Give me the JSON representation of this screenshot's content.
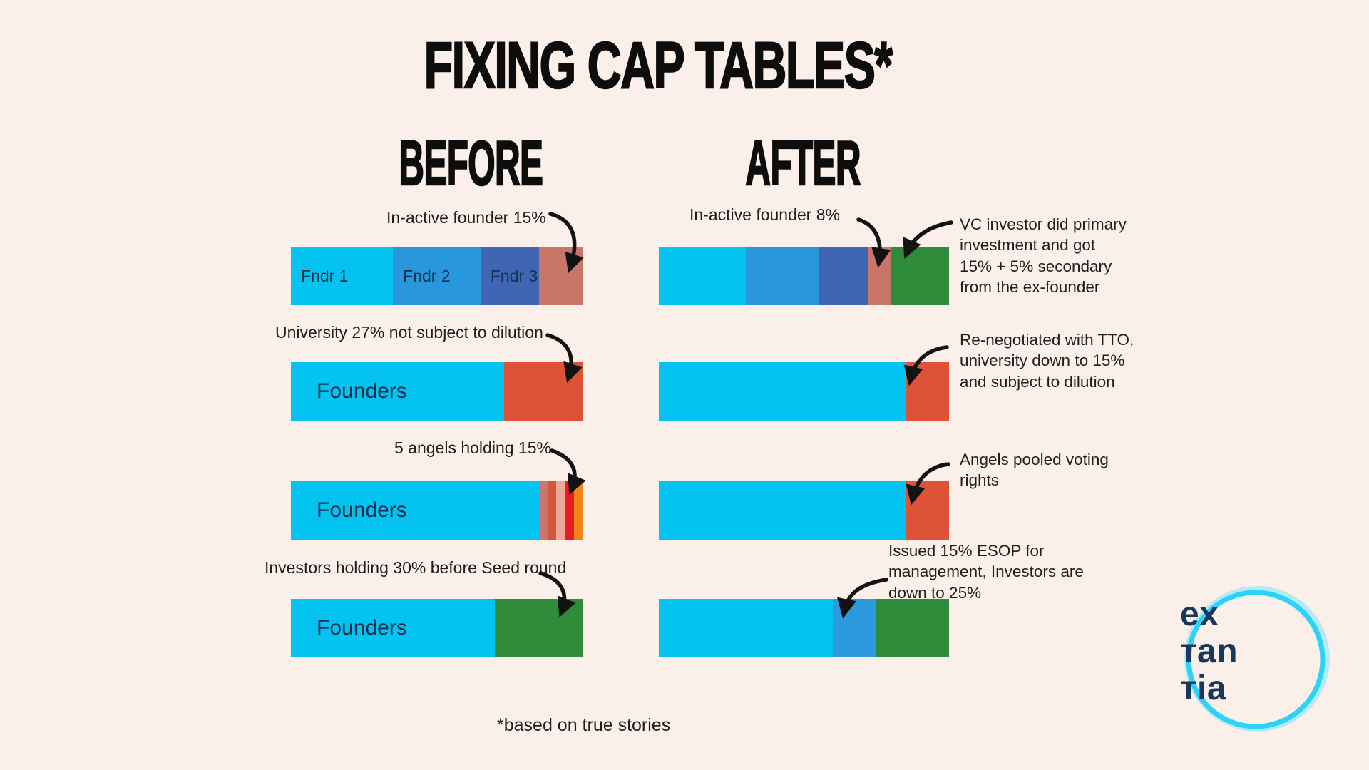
{
  "title": "FIXING CAP TABLES*",
  "headings": {
    "before": "BEFORE",
    "after": "AFTER"
  },
  "footnote": "*based on true stories",
  "logo": {
    "lines": [
      "ex",
      "тan",
      "тia"
    ]
  },
  "colors": {
    "background": "#FBF0E9",
    "title_text": "#0d0d0d",
    "annotation_text": "#1f1f1f",
    "bar_label_text": "#14304F",
    "arrow": "#131313",
    "founder_cyan": "#05C3F0",
    "founder_blue": "#2897DB",
    "founder_indigo": "#4066B3",
    "inactive_salmon": "#C97668",
    "university_red": "#DE5237",
    "investor_green": "#2E8B39",
    "esop_blue": "#2D9ADF",
    "logo_text": "#18375A",
    "logo_ring": "#2BD4F6"
  },
  "chart_data": {
    "type": "bar",
    "orientation": "horizontal-stacked",
    "units": "percent of cap table",
    "columns": [
      "BEFORE",
      "AFTER"
    ],
    "rows": [
      {
        "before": {
          "annotation": "In-active founder 15%",
          "segments": [
            {
              "label": "Fndr 1",
              "text": "Fndr 1",
              "value": 35,
              "color": "#05C3F0"
            },
            {
              "label": "Fndr 2",
              "text": "Fndr 2",
              "value": 30,
              "color": "#2897DB"
            },
            {
              "label": "Fndr 3",
              "text": "Fndr 3",
              "value": 20,
              "color": "#4066B3"
            },
            {
              "label": "In-active founder",
              "value": 15,
              "color": "#C97668"
            }
          ]
        },
        "after": {
          "annotation": "In-active founder 8%",
          "note": "VC investor did primary investment and got 15% + 5% secondary from the ex-founder",
          "segments": [
            {
              "label": "Fndr 1",
              "value": 30,
              "color": "#05C3F0"
            },
            {
              "label": "Fndr 2",
              "value": 25,
              "color": "#2897DB"
            },
            {
              "label": "Fndr 3",
              "value": 17,
              "color": "#4066B3"
            },
            {
              "label": "In-active founder",
              "value": 8,
              "color": "#C97668"
            },
            {
              "label": "VC investor",
              "value": 20,
              "color": "#2E8B39"
            }
          ]
        }
      },
      {
        "before": {
          "annotation": "University 27% not subject to dilution",
          "segments": [
            {
              "label": "Founders",
              "text": "Founders",
              "value": 73,
              "color": "#05C3F0"
            },
            {
              "label": "University",
              "value": 27,
              "color": "#DE5237"
            }
          ]
        },
        "after": {
          "note": "Re-negotiated with TTO, university down to 15% and subject to dilution",
          "segments": [
            {
              "label": "Founders",
              "value": 85,
              "color": "#05C3F0"
            },
            {
              "label": "University",
              "value": 15,
              "color": "#DE5237"
            }
          ]
        }
      },
      {
        "before": {
          "annotation": "5 angels holding 15%",
          "segments": [
            {
              "label": "Founders",
              "text": "Founders",
              "value": 85,
              "color": "#05C3F0"
            },
            {
              "label": "Angel 1",
              "value": 3,
              "color": "#C97668"
            },
            {
              "label": "Angel 2",
              "value": 3,
              "color": "#D2573B"
            },
            {
              "label": "Angel 3",
              "value": 3,
              "color": "#EBA89B"
            },
            {
              "label": "Angel 4",
              "value": 3,
              "color": "#E81C25"
            },
            {
              "label": "Angel 5",
              "value": 3,
              "color": "#F28519"
            }
          ]
        },
        "after": {
          "note": "Angels pooled voting rights",
          "segments": [
            {
              "label": "Founders",
              "value": 85,
              "color": "#05C3F0"
            },
            {
              "label": "Angels pooled",
              "value": 15,
              "color": "#DE5237"
            }
          ]
        }
      },
      {
        "before": {
          "annotation": "Investors holding 30% before Seed round",
          "segments": [
            {
              "label": "Founders",
              "text": "Founders",
              "value": 70,
              "color": "#05C3F0"
            },
            {
              "label": "Investors",
              "value": 30,
              "color": "#2E8B39"
            }
          ]
        },
        "after": {
          "note": "Issued 15% ESOP for management, Investors are down to 25%",
          "segments": [
            {
              "label": "Founders",
              "value": 60,
              "color": "#05C3F0"
            },
            {
              "label": "ESOP",
              "value": 15,
              "color": "#2D9ADF"
            },
            {
              "label": "Investors",
              "value": 25,
              "color": "#2E8B39"
            }
          ]
        }
      }
    ]
  }
}
